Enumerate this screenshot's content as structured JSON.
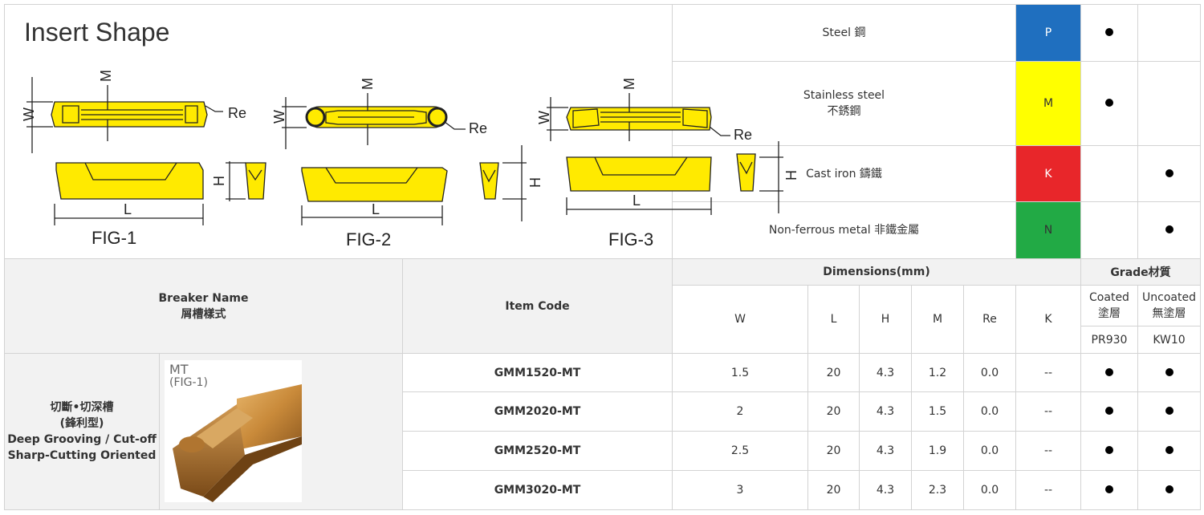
{
  "figure": {
    "title": "Insert Shape",
    "fig_labels": [
      "FIG-1",
      "FIG-2",
      "FIG-3"
    ],
    "dim_letters": {
      "w": "W",
      "m": "M",
      "re": "Re",
      "h": "H",
      "l": "L"
    }
  },
  "materials": [
    {
      "name": "Steel 鋼",
      "code": "P",
      "color": "#1f6fbf",
      "coated": true,
      "uncoated": false
    },
    {
      "name": "Stainless steel\n不銹鋼",
      "code": "M",
      "color": "#ffff00",
      "coated": true,
      "uncoated": false
    },
    {
      "name": "Cast iron 鑄鐵",
      "code": "K",
      "color": "#e8262a",
      "coated": false,
      "uncoated": true
    },
    {
      "name": "Non-ferrous metal 非鐵金屬",
      "code": "N",
      "color": "#22aa45",
      "coated": false,
      "uncoated": true
    }
  ],
  "table": {
    "breaker_header": "Breaker Name\n屑槽樣式",
    "item_header": "Item Code",
    "dimensions_header": "Dimensions(mm)",
    "grade_header": "Grade材質",
    "dim_columns": [
      "W",
      "L",
      "H",
      "M",
      "Re",
      "K"
    ],
    "grade_columns": [
      {
        "label": "Coated\n塗層",
        "grade": "PR930"
      },
      {
        "label": "Uncoated\n無塗層",
        "grade": "KW10"
      }
    ],
    "breaker_name": "切斷•切深槽\n(鋒利型)\nDeep Grooving / Cut-off\nSharp-Cutting Oriented",
    "breaker_image_label": "MT",
    "breaker_image_fig": "(FIG-1)",
    "rows": [
      {
        "code": "GMM1520-MT",
        "W": "1.5",
        "L": "20",
        "H": "4.3",
        "M": "1.2",
        "Re": "0.0",
        "K": "--",
        "coated": true,
        "uncoated": true
      },
      {
        "code": "GMM2020-MT",
        "W": "2",
        "L": "20",
        "H": "4.3",
        "M": "1.5",
        "Re": "0.0",
        "K": "--",
        "coated": true,
        "uncoated": true
      },
      {
        "code": "GMM2520-MT",
        "W": "2.5",
        "L": "20",
        "H": "4.3",
        "M": "1.9",
        "Re": "0.0",
        "K": "--",
        "coated": true,
        "uncoated": true
      },
      {
        "code": "GMM3020-MT",
        "W": "3",
        "L": "20",
        "H": "4.3",
        "M": "2.3",
        "Re": "0.0",
        "K": "--",
        "coated": true,
        "uncoated": true
      }
    ]
  }
}
